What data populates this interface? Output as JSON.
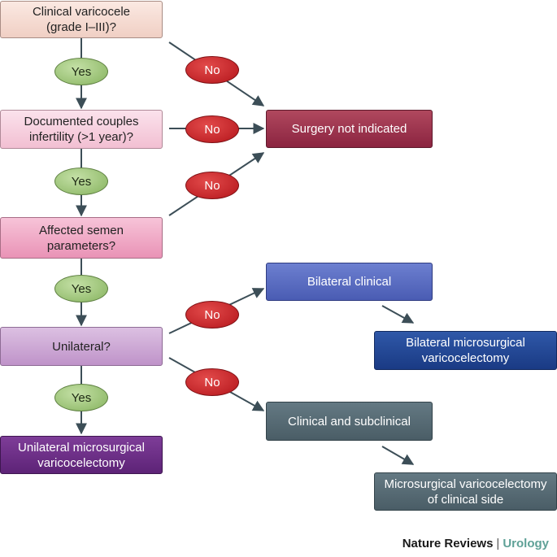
{
  "nodes": {
    "q_varicocele": "Clinical varicocele\n(grade I–III)?",
    "q_infertility": "Documented couples\ninfertility (>1 year)?",
    "q_semen": "Affected semen\nparameters?",
    "q_unilateral": "Unilateral?",
    "r_not_indicated": "Surgery not indicated",
    "r_unilateral": "Unilateral microsurgical\nvaricocelectomy",
    "r_bilateral_clinical": "Bilateral clinical",
    "r_bilateral_micro": "Bilateral microsurgical\nvaricocelectomy",
    "r_clin_subclin": "Clinical and subclinical",
    "r_micro_clinical_side": "Microsurgical varicocelectomy\nof clinical side"
  },
  "labels": {
    "yes": "Yes",
    "no": "No"
  },
  "credit": {
    "journal": "Nature Reviews",
    "separator": "|",
    "section": "Urology"
  },
  "colors": {
    "connector": "#3c4e57",
    "no_badge": "#c21a20",
    "yes_badge": "#9cc477",
    "credit_accent": "#5fa197"
  }
}
